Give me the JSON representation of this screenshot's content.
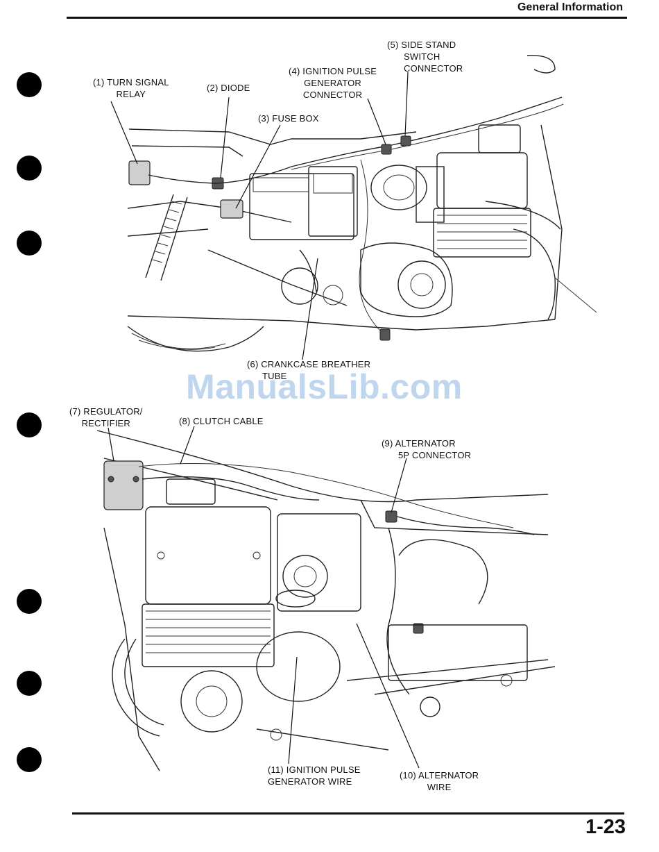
{
  "header": {
    "section_title": "General Information"
  },
  "page": {
    "number": "1-23"
  },
  "watermark": {
    "text": "ManualsLib.com"
  },
  "figure_top": {
    "labels": {
      "l1": [
        "(1) TURN SIGNAL",
        "RELAY"
      ],
      "l2": [
        "(2) DIODE"
      ],
      "l3": [
        "(3) FUSE BOX"
      ],
      "l4": [
        "(4) IGNITION PULSE",
        "GENERATOR",
        "CONNECTOR"
      ],
      "l5": [
        "(5) SIDE STAND",
        "SWITCH",
        "CONNECTOR"
      ],
      "l6": [
        "(6) CRANKCASE BREATHER",
        "TUBE"
      ]
    }
  },
  "figure_bottom": {
    "labels": {
      "l7": [
        "(7) REGULATOR/",
        "RECTIFIER"
      ],
      "l8": [
        "(8) CLUTCH CABLE"
      ],
      "l9": [
        "(9) ALTERNATOR",
        "5P CONNECTOR"
      ],
      "l10": [
        "(10) ALTERNATOR",
        "WIRE"
      ],
      "l11": [
        "(11) IGNITION PULSE",
        "GENERATOR WIRE"
      ]
    }
  }
}
